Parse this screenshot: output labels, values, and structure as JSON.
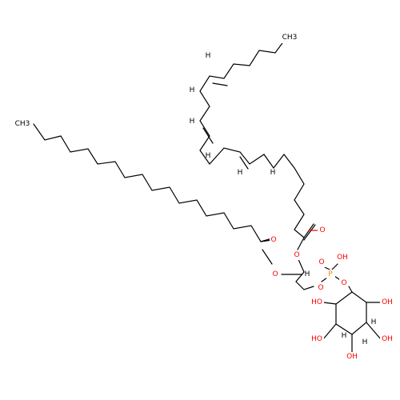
{
  "labels": {
    "ch3_top": "CH3",
    "ch3_left": "CH3",
    "h": "H",
    "o": "O",
    "oh": "OH",
    "ho": "HO",
    "p": "P"
  },
  "colors": {
    "carbon": "#000000",
    "oxygen": "#ff0000",
    "phosphorus": "#ff8000",
    "background": "#ffffff"
  }
}
